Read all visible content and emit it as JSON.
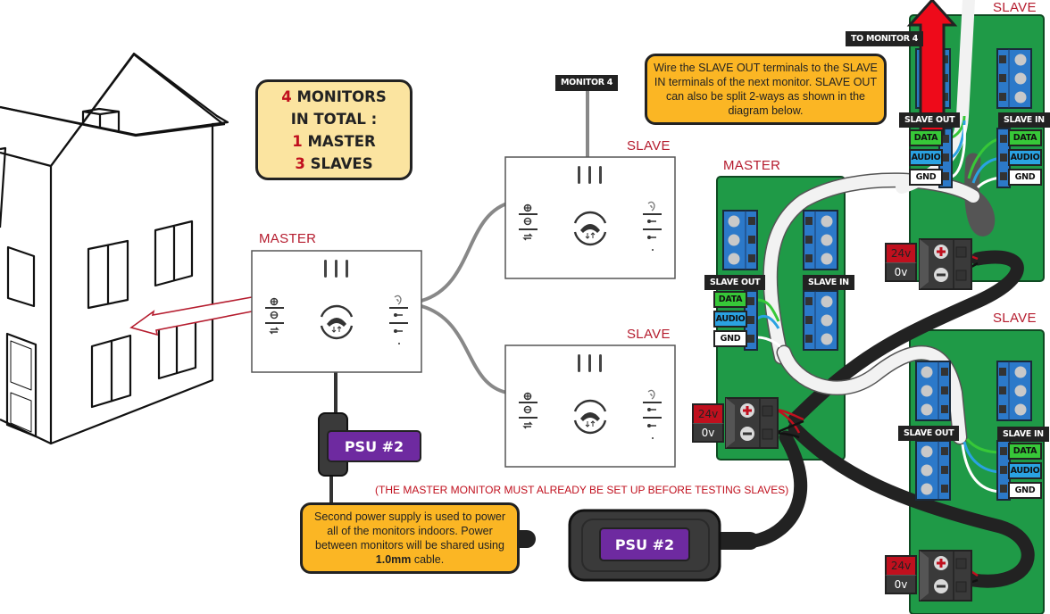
{
  "summary": {
    "line1_num": "4",
    "line1_text": " MONITORS",
    "line2_text": "IN TOTAL :",
    "line3_num": "1",
    "line3_text": " MASTER",
    "line4_num": "3",
    "line4_text": " SLAVES"
  },
  "note": {
    "text": "Wire the SLAVE OUT terminals to the SLAVE IN terminals of the next monitor. SLAVE OUT can also be split 2-ways as shown in the diagram below."
  },
  "psu_note": {
    "text_before": "Second power supply is used to power all of the monitors indoors. Power between monitors will be shared using ",
    "text_bold": "1.0mm",
    "text_after": " cable."
  },
  "warning": "(THE MASTER MONITOR MUST ALREADY BE SET UP BEFORE TESTING SLAVES)",
  "monitors": {
    "master_label": "MASTER",
    "slave_top_label": "SLAVE",
    "slave_bottom_label": "SLAVE",
    "monitor4_chip": "MONITOR 4"
  },
  "psu": {
    "small_label": "PSU #2",
    "large_label": "PSU #2"
  },
  "boards": {
    "master": {
      "label": "MASTER",
      "slave_out": "SLAVE OUT",
      "slave_in": "SLAVE IN",
      "terminals": [
        "DATA",
        "AUDIO",
        "GND"
      ],
      "power": [
        "24v",
        "0v"
      ]
    },
    "slave_top": {
      "label": "SLAVE",
      "slave_out": "SLAVE OUT",
      "slave_in": "SLAVE IN",
      "to_chip": "TO MONITOR 4",
      "out_terminals": [
        "DATA",
        "AUDIO",
        "GND"
      ],
      "in_terminals": [
        "DATA",
        "AUDIO",
        "GND"
      ],
      "power": [
        "24v",
        "0v"
      ]
    },
    "slave_bottom": {
      "label": "SLAVE",
      "slave_out": "SLAVE OUT",
      "slave_in": "SLAVE IN",
      "in_terminals": [
        "DATA",
        "AUDIO",
        "GND"
      ],
      "power": [
        "24v",
        "0v"
      ]
    }
  },
  "colors": {
    "board_green": "#1f9a47",
    "terminal_blue": "#2c79c9",
    "label_red": "#b51c2e",
    "note_orange": "#fbb624",
    "summary_yellow": "#fbe4a0",
    "psu_purple": "#6e2aa0",
    "arrow_red": "#ee0a1a"
  }
}
